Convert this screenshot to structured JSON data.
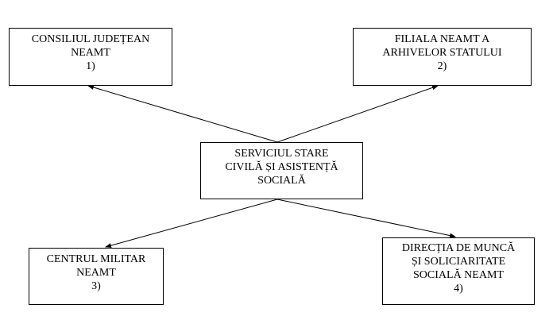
{
  "nodes": {
    "center": {
      "lines": [
        "SERVICIUL STARE",
        "CIVILĂ ȘI ASISTENȚĂ",
        "SOCIALĂ"
      ]
    },
    "n1": {
      "lines": [
        "CONSILIUL JUDEȚEAN",
        "NEAMT",
        "1)"
      ]
    },
    "n2": {
      "lines": [
        "FILIALA NEAMT A",
        "ARHIVELOR STATULUI",
        "2)"
      ]
    },
    "n3": {
      "lines": [
        "CENTRUL MILITAR",
        "NEAMT",
        "3)"
      ]
    },
    "n4": {
      "lines": [
        "DIRECȚIA DE MUNCĂ",
        "ȘI SOLICIARITATE",
        "SOCIALĂ NEAMT",
        "4)"
      ]
    }
  },
  "edges": [
    {
      "from": "center",
      "to": "n1"
    },
    {
      "from": "center",
      "to": "n2"
    },
    {
      "from": "center",
      "to": "n3"
    },
    {
      "from": "center",
      "to": "n4"
    }
  ]
}
